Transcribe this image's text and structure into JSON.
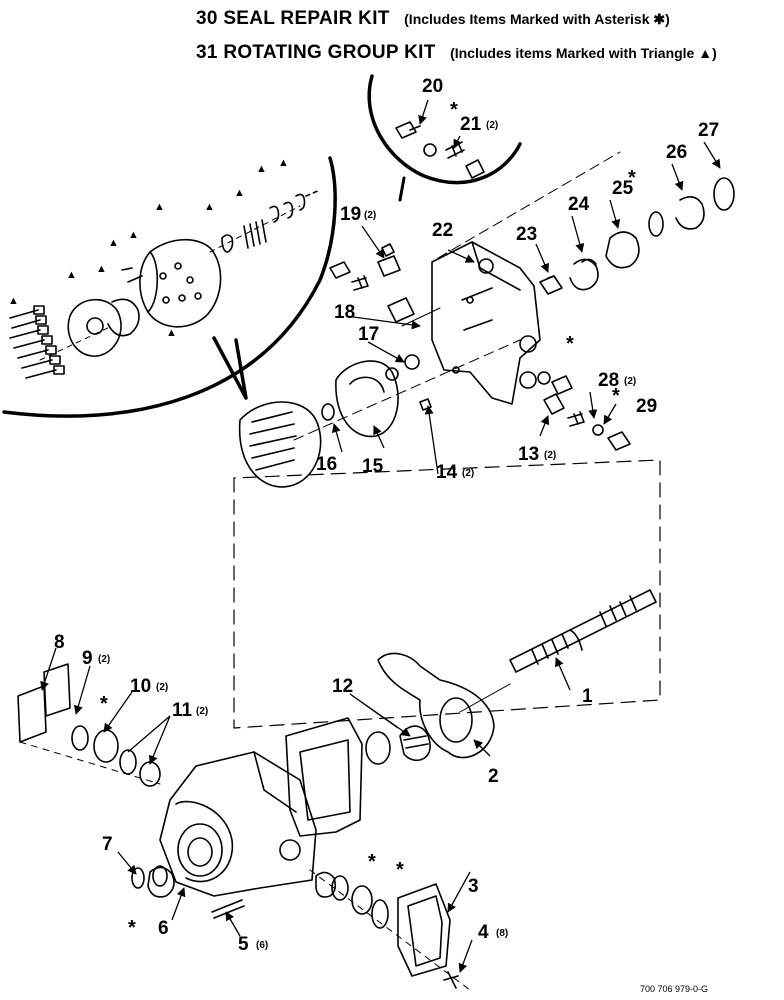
{
  "header": {
    "kit30_title": "30 SEAL REPAIR KIT",
    "kit30_note": "(Includes Items Marked with Asterisk ✱)",
    "kit31_title": "31 ROTATING GROUP KIT",
    "kit31_note": "(Includes items Marked with Triangle ▲)"
  },
  "drawing_ref": "700 706 979-0-G",
  "callouts": [
    {
      "id": "1",
      "num": "1",
      "qty": ""
    },
    {
      "id": "2",
      "num": "2",
      "qty": ""
    },
    {
      "id": "3",
      "num": "3",
      "qty": ""
    },
    {
      "id": "4",
      "num": "4",
      "qty": "(8)"
    },
    {
      "id": "5",
      "num": "5",
      "qty": "(6)"
    },
    {
      "id": "6",
      "num": "6",
      "qty": ""
    },
    {
      "id": "7",
      "num": "7",
      "qty": ""
    },
    {
      "id": "8",
      "num": "8",
      "qty": ""
    },
    {
      "id": "9",
      "num": "9",
      "qty": "(2)"
    },
    {
      "id": "10",
      "num": "10",
      "qty": "(2)"
    },
    {
      "id": "11",
      "num": "11",
      "qty": "(2)"
    },
    {
      "id": "12",
      "num": "12",
      "qty": ""
    },
    {
      "id": "13",
      "num": "13",
      "qty": "(2)"
    },
    {
      "id": "14",
      "num": "14",
      "qty": "(2)"
    },
    {
      "id": "15",
      "num": "15",
      "qty": ""
    },
    {
      "id": "16",
      "num": "16",
      "qty": ""
    },
    {
      "id": "17",
      "num": "17",
      "qty": ""
    },
    {
      "id": "18",
      "num": "18",
      "qty": ""
    },
    {
      "id": "19",
      "num": "19",
      "qty": "(2)"
    },
    {
      "id": "20",
      "num": "20",
      "qty": ""
    },
    {
      "id": "21",
      "num": "21",
      "qty": "(2)"
    },
    {
      "id": "22",
      "num": "22",
      "qty": ""
    },
    {
      "id": "23",
      "num": "23",
      "qty": ""
    },
    {
      "id": "24",
      "num": "24",
      "qty": ""
    },
    {
      "id": "25",
      "num": "25",
      "qty": ""
    },
    {
      "id": "26",
      "num": "26",
      "qty": ""
    },
    {
      "id": "27",
      "num": "27",
      "qty": ""
    },
    {
      "id": "28",
      "num": "28",
      "qty": "(2)"
    },
    {
      "id": "29",
      "num": "29",
      "qty": ""
    }
  ],
  "marks": {
    "asterisk": "*",
    "triangle": "▲"
  }
}
